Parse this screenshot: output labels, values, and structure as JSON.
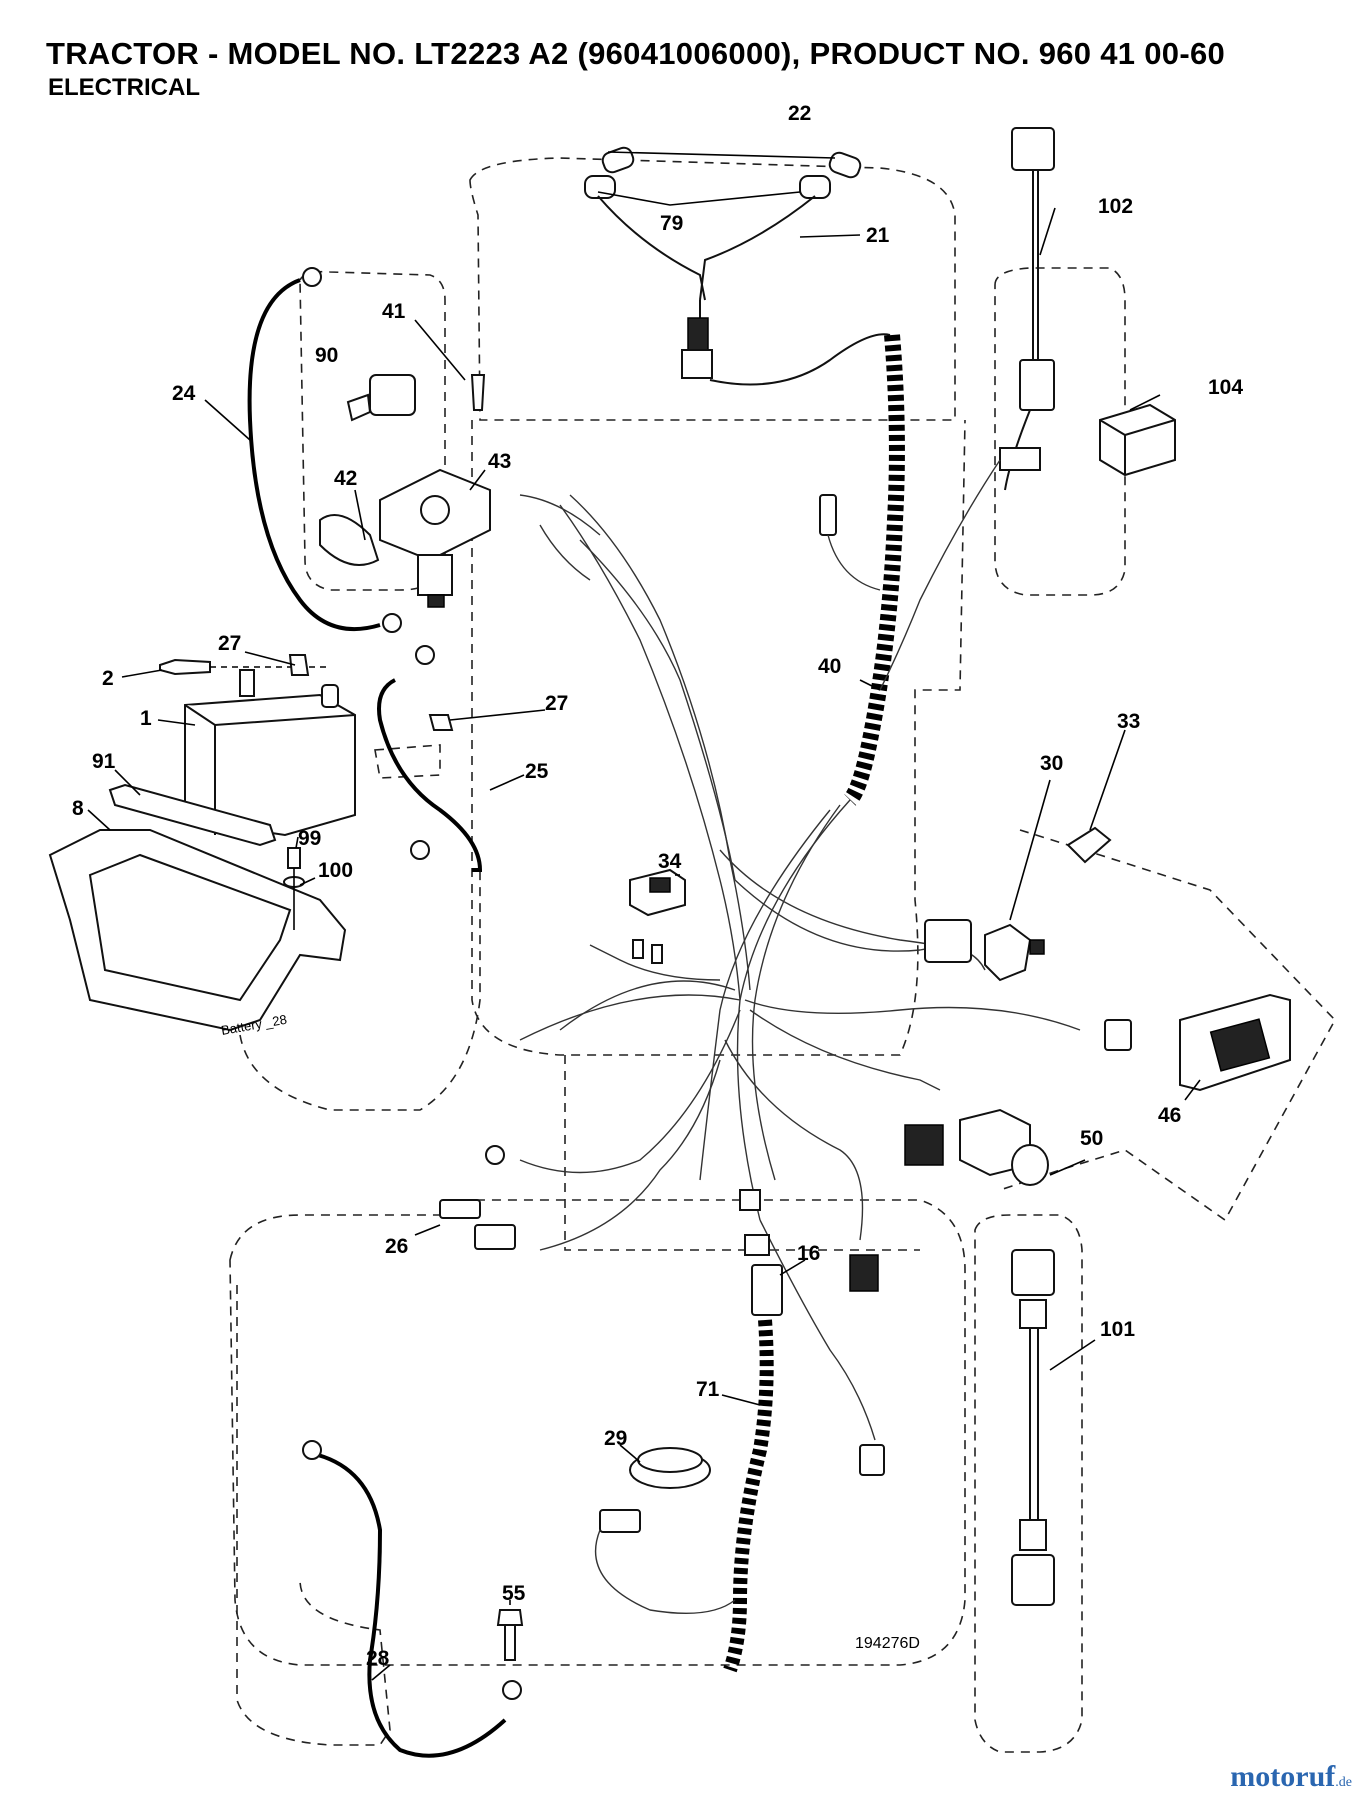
{
  "header": {
    "title": "TRACTOR - MODEL NO. LT2223 A2 (96041006000), PRODUCT NO. 960 41 00-60",
    "subtitle": "ELECTRICAL"
  },
  "diagram": {
    "drawing_number": "194276D",
    "battery_label": "Battery _28",
    "callouts": [
      "22",
      "79",
      "21",
      "102",
      "24",
      "41",
      "90",
      "104",
      "42",
      "43",
      "27",
      "2",
      "1",
      "27",
      "91",
      "25",
      "40",
      "8",
      "99",
      "100",
      "33",
      "30",
      "34",
      "46",
      "50",
      "26",
      "16",
      "101",
      "71",
      "29",
      "55",
      "28"
    ]
  },
  "watermark": {
    "brand": "motoruf",
    "tld": ".de",
    "color": "#2a66b0"
  }
}
